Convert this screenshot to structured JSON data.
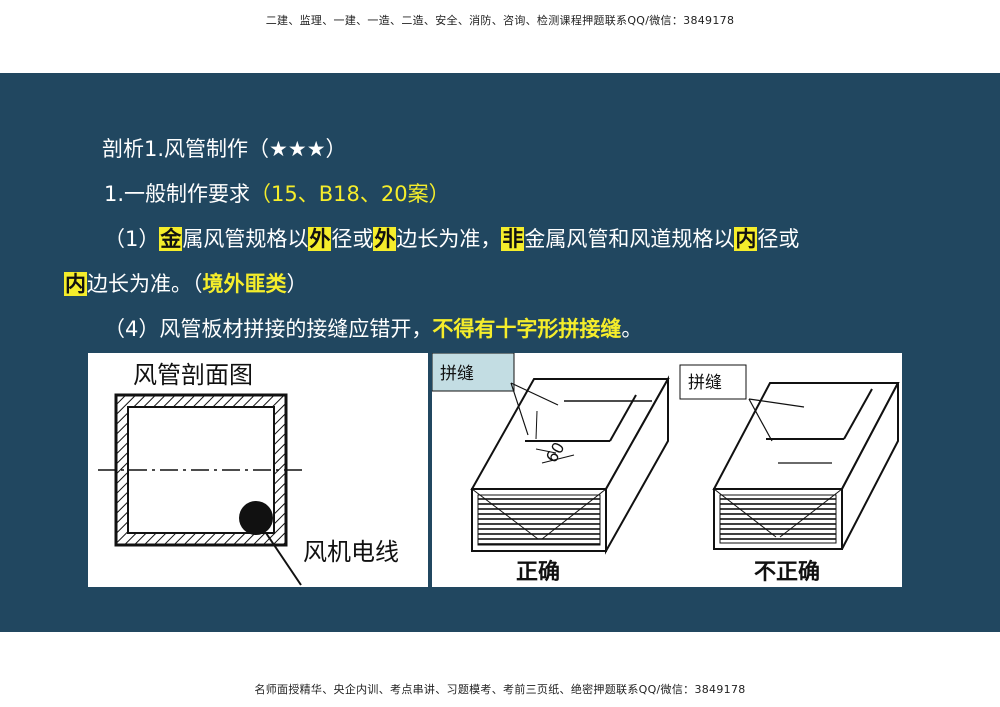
{
  "header": {
    "text": "二建、监理、一建、一造、二造、安全、消防、咨询、检测课程押题联系QQ/微信：3849178"
  },
  "footer": {
    "text": "名师面授精华、央企内训、考点串讲、习题模考、考前三页纸、绝密押题联系QQ/微信：3849178"
  },
  "slide": {
    "title": "剖析1.风管制作（★★★）",
    "subtitle": {
      "text": "1.一般制作要求",
      "ref": "（15、B18、20案）"
    },
    "para1": {
      "open": "（1）",
      "jin": "金",
      "t1": "属风管规格以",
      "wai1": "外",
      "t2": "径或",
      "wai2": "外",
      "t3": "边长为准，",
      "fei": "非",
      "t4": "金属风管和风道规格以",
      "nei1": "内",
      "t5": "径或",
      "nei2": "内",
      "t6": "边长为准。（",
      "jingwai": "境外匪类",
      "t7": "）"
    },
    "para2": {
      "text": "（4）风管板材拼接的接缝应错开，",
      "emph": "不得有十字形拼接缝",
      "end": "。"
    }
  },
  "figure_left": {
    "title": "风管剖面图",
    "label": "风机电线"
  },
  "figure_right": {
    "tag_left": "拼缝",
    "tag_right": "拼缝",
    "angle": "60",
    "caption_left": "正确",
    "caption_right": "不正确"
  }
}
